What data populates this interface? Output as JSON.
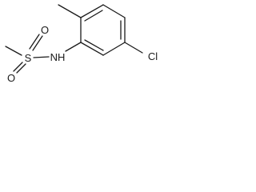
{
  "molecule": {
    "atoms": {
      "sulfur": "S",
      "oxygen_top": "O",
      "oxygen_bottom": "O",
      "nitrogen": "NH",
      "chlorine": "Cl"
    }
  }
}
